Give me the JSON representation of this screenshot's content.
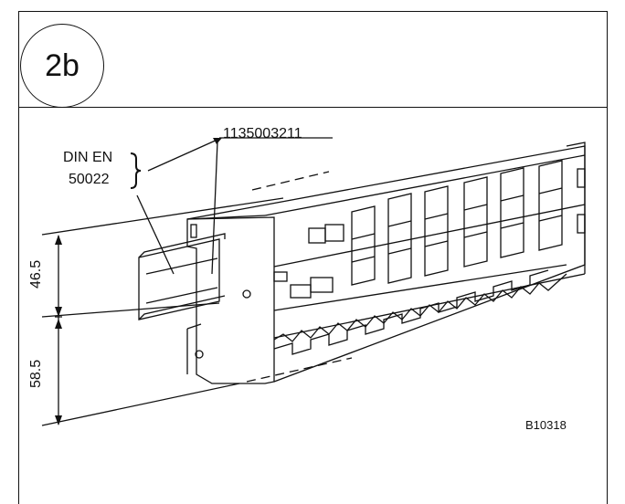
{
  "figure": {
    "number": "2b"
  },
  "labels": {
    "standard_line1": "DIN EN",
    "standard_line2": "50022",
    "part_number": "1135003211",
    "drawing_code": "B10318"
  },
  "dimensions": {
    "upper": "46.5",
    "lower": "58.5"
  }
}
